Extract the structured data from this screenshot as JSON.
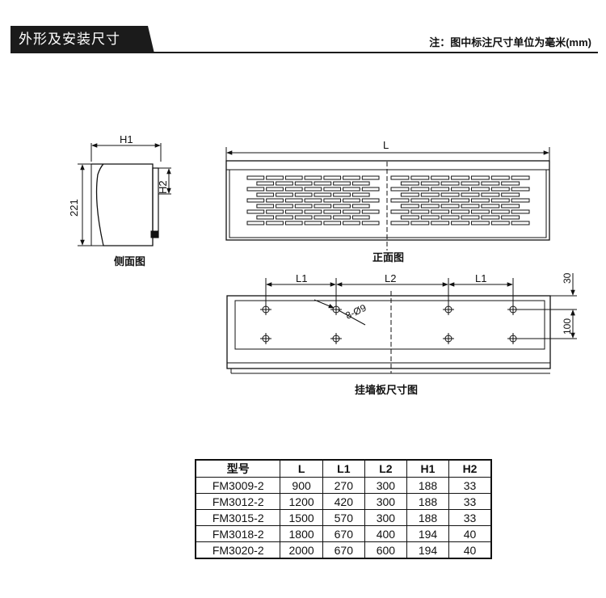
{
  "header": {
    "title": "外形及安装尺寸",
    "note": "注：图中标注尺寸单位为毫米(mm)"
  },
  "side_view": {
    "caption": "侧面图",
    "dim_h1": "H1",
    "dim_h2": "H2",
    "dim_height": "221"
  },
  "front_view": {
    "caption": "正面图",
    "dim_l": "L"
  },
  "mount_plate": {
    "caption": "挂墙板尺寸图",
    "dim_l1_left": "L1",
    "dim_l2": "L2",
    "dim_l1_right": "L1",
    "dim_30": "30",
    "dim_100": "100",
    "hole_label": "8-Ø9"
  },
  "spec_table": {
    "headers": [
      "型号",
      "L",
      "L1",
      "L2",
      "H1",
      "H2"
    ],
    "rows": [
      [
        "FM3009-2",
        "900",
        "270",
        "300",
        "188",
        "33"
      ],
      [
        "FM3012-2",
        "1200",
        "420",
        "300",
        "188",
        "33"
      ],
      [
        "FM3015-2",
        "1500",
        "570",
        "300",
        "188",
        "33"
      ],
      [
        "FM3018-2",
        "1800",
        "670",
        "400",
        "194",
        "40"
      ],
      [
        "FM3020-2",
        "2000",
        "670",
        "600",
        "194",
        "40"
      ]
    ]
  }
}
